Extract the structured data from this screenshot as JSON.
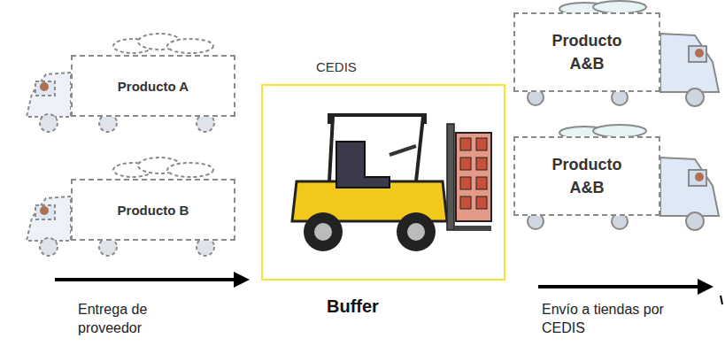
{
  "diagram": {
    "nodes": [
      {
        "text": [
          "Producto A"
        ]
      },
      {
        "text": [
          "Producto B"
        ]
      },
      {
        "text": [
          "CEDIS",
          "Buffer"
        ]
      },
      {
        "text": [
          "Producto A&B"
        ]
      },
      {
        "text": [
          "Producto A&B"
        ]
      }
    ],
    "labels": [
      "Entrega de proveedor",
      "Envío a tiendas por CEDIS"
    ]
  }
}
